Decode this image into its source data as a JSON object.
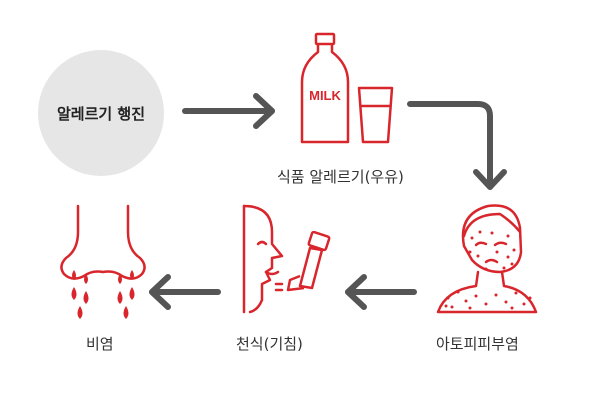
{
  "march": {
    "label": "알레르기 행진"
  },
  "milk": {
    "bottle_text": "MILK"
  },
  "stages": {
    "food_allergy": "식품 알레르기(우유)",
    "atopic": "아토피피부염",
    "asthma": "천식(기침)",
    "rhinitis": "비염"
  },
  "colors": {
    "accent": "#d8262c",
    "arrow": "#555555",
    "circle": "#e6e6e6",
    "text": "#333333"
  }
}
